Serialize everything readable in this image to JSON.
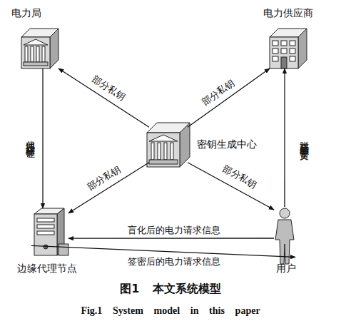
{
  "diagram": {
    "caption": "图1 本文系统模型",
    "nodes": [
      {
        "text": [
          "电力局"
        ]
      },
      {
        "text": [
          "电力供应商"
        ]
      },
      {
        "text": [
          "密钥生成中心"
        ]
      },
      {
        "text": [
          "边缘代理节点"
        ]
      },
      {
        "text": [
          "用户"
        ]
      }
    ],
    "edges": [
      {
        "from": 2,
        "to": 0,
        "label": "部分私钥",
        "arrow": "to"
      },
      {
        "from": 2,
        "to": 1,
        "label": "部分私钥",
        "arrow": "to"
      },
      {
        "from": 2,
        "to": 3,
        "label": "部分私钥",
        "arrow": "to"
      },
      {
        "from": 2,
        "to": 4,
        "label": "部分私钥",
        "arrow": "to"
      },
      {
        "from": 0,
        "to": 3,
        "label": "代理授权和验证",
        "arrow": "to"
      },
      {
        "from": 4,
        "to": 1,
        "label": "脱盲后的签密密文",
        "arrow": "to"
      },
      {
        "from": 4,
        "to": 3,
        "label": "盲化后的电力请求信息",
        "arrow": "to"
      },
      {
        "from": 3,
        "to": 4,
        "label": "签密后的电力请求信息",
        "arrow": "to"
      }
    ],
    "labels": [
      "Fig.1 System model in this paper"
    ]
  }
}
